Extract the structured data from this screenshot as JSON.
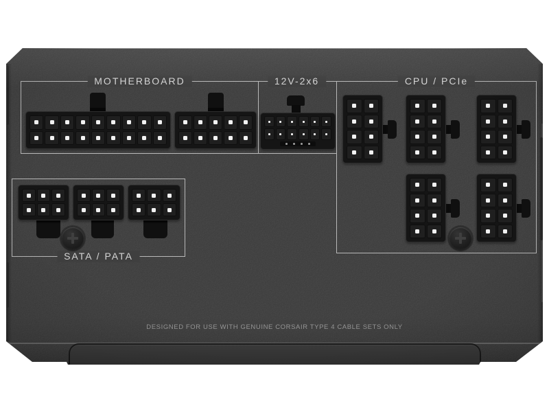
{
  "product": {
    "type": "psu-modular-cable-panel",
    "footer_note": "DESIGNED FOR USE WITH GENUINE CORSAIR TYPE 4 CABLE SETS ONLY"
  },
  "colors": {
    "background": "#ffffff",
    "panel_face": "#3f3f3f",
    "connector_housing": "#151515",
    "outline": "#b9b9b9",
    "label_text": "#d4d4d4",
    "footer_text": "#999999",
    "pin_dot": "#f2f2f2"
  },
  "sections": [
    {
      "id": "motherboard",
      "label": "MOTHERBOARD",
      "label_position": "top",
      "connectors": [
        {
          "name": "atx-18pin-socket",
          "cols": 9,
          "rows": 2
        },
        {
          "name": "atx-10pin-socket",
          "cols": 5,
          "rows": 2
        }
      ]
    },
    {
      "id": "12v-2x6",
      "label": "12V-2x6",
      "label_position": "top",
      "connectors": [
        {
          "name": "12v-2x6-socket",
          "cols": 6,
          "rows": 2,
          "sense_pins": 4
        }
      ]
    },
    {
      "id": "cpu-pcie",
      "label": "CPU / PCIe",
      "label_position": "top",
      "screw_count": 1,
      "connectors": [
        {
          "name": "cpu-pcie-8pin-socket-1",
          "cols": 2,
          "rows": 4
        },
        {
          "name": "cpu-pcie-8pin-socket-2",
          "cols": 2,
          "rows": 4
        },
        {
          "name": "cpu-pcie-8pin-socket-3",
          "cols": 2,
          "rows": 4
        },
        {
          "name": "cpu-pcie-8pin-socket-4",
          "cols": 2,
          "rows": 4
        },
        {
          "name": "cpu-pcie-8pin-socket-5",
          "cols": 2,
          "rows": 4
        }
      ]
    },
    {
      "id": "sata-pata",
      "label": "SATA / PATA",
      "label_position": "bottom",
      "screw_count": 1,
      "connectors": [
        {
          "name": "peripheral-6pin-socket-1",
          "cols": 3,
          "rows": 2
        },
        {
          "name": "peripheral-6pin-socket-2",
          "cols": 3,
          "rows": 2
        },
        {
          "name": "peripheral-6pin-socket-3",
          "cols": 3,
          "rows": 2
        }
      ]
    }
  ]
}
